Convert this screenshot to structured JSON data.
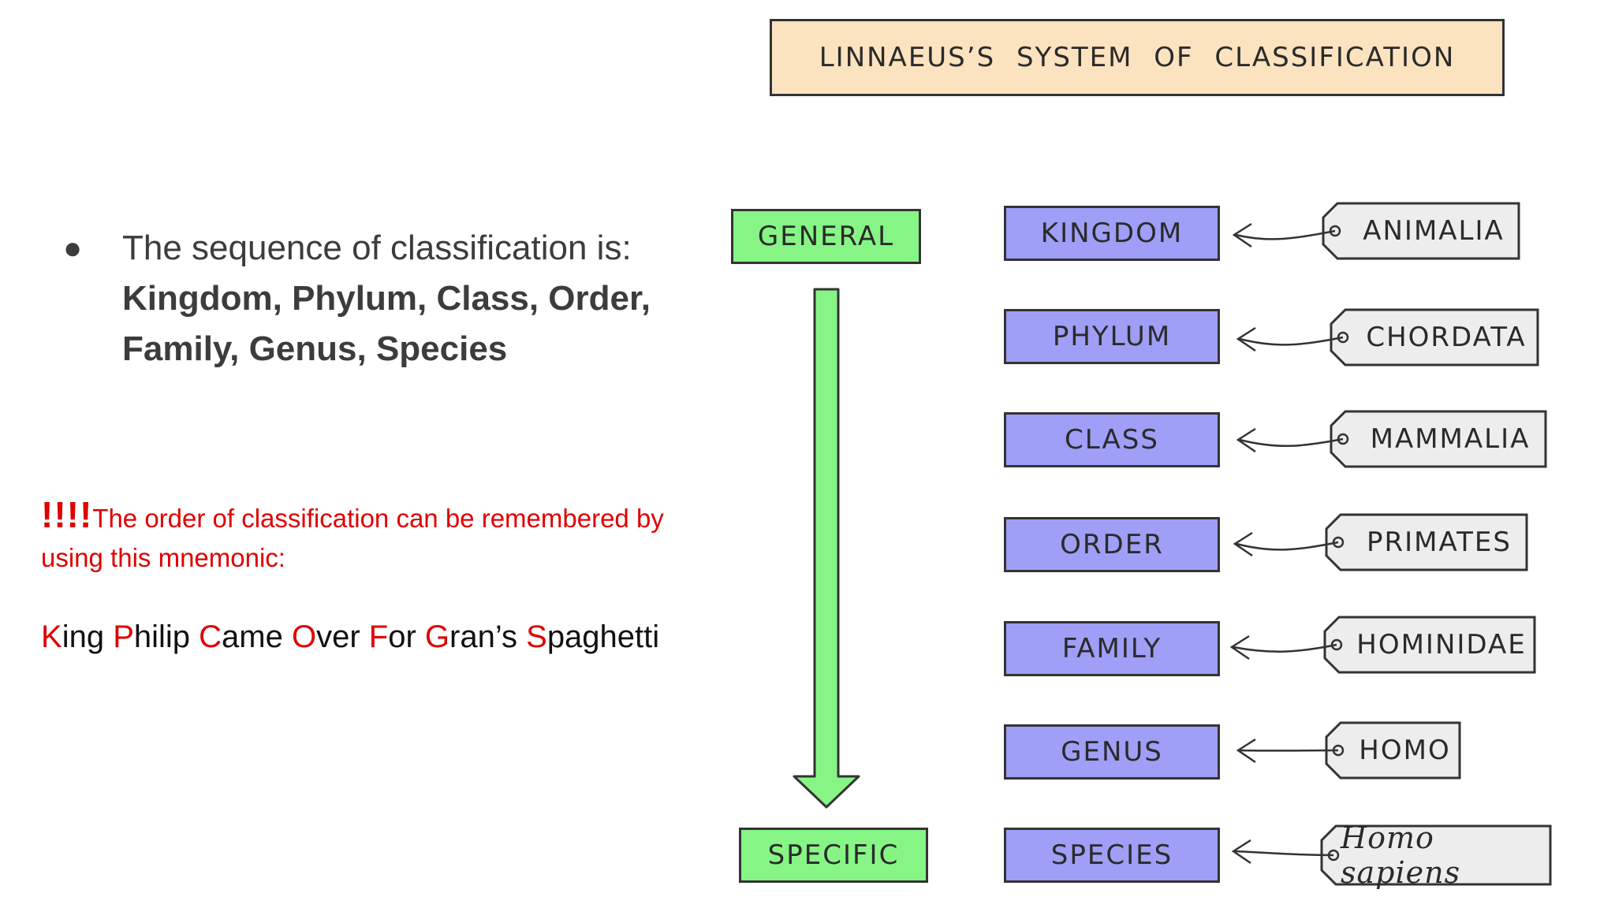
{
  "bullet": {
    "intro": "The sequence of classification is:",
    "sequence_line1": "Kingdom, Phylum, Class, Order,",
    "sequence_line2": "Family, Genus, Species"
  },
  "note": {
    "marks": "!!!!",
    "text": "The order of classification can be remembered by using this mnemonic:"
  },
  "mnemonic": [
    {
      "initial": "K",
      "rest": "ing "
    },
    {
      "initial": "P",
      "rest": "hilip "
    },
    {
      "initial": "C",
      "rest": "ame "
    },
    {
      "initial": "O",
      "rest": "ver "
    },
    {
      "initial": "F",
      "rest": "or "
    },
    {
      "initial": "G",
      "rest": "ran’s "
    },
    {
      "initial": "S",
      "rest": "paghetti"
    }
  ],
  "diagram": {
    "title": "LINNAEUS’S SYSTEM OF CLASSIFICATION",
    "general_label": "GENERAL",
    "specific_label": "SPECIFIC",
    "ranks": [
      {
        "rank": "KINGDOM",
        "example": "ANIMALIA"
      },
      {
        "rank": "PHYLUM",
        "example": "CHORDATA"
      },
      {
        "rank": "CLASS",
        "example": "MAMMALIA"
      },
      {
        "rank": "ORDER",
        "example": "PRIMATES"
      },
      {
        "rank": "FAMILY",
        "example": "HOMINIDAE"
      },
      {
        "rank": "GENUS",
        "example": "HOMO"
      },
      {
        "rank": "SPECIES",
        "example": "Homo sapiens"
      }
    ]
  },
  "colors": {
    "title_fill": "#fbe3c0",
    "range_fill": "#86f586",
    "rank_fill": "#9f9ff7",
    "tag_fill": "#ededed",
    "highlight_red": "#e00000"
  }
}
